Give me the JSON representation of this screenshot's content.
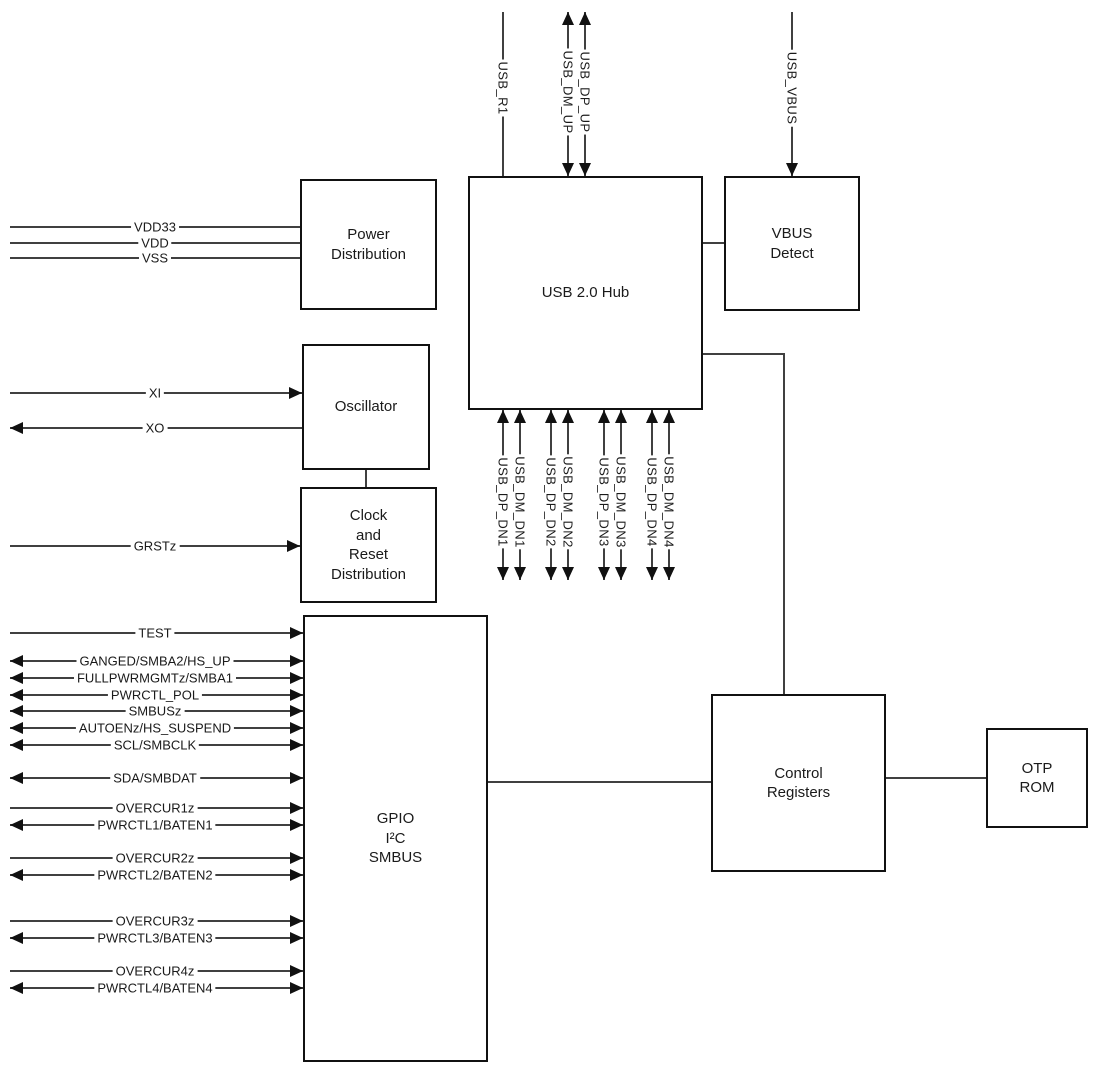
{
  "blocks": {
    "power_distribution": {
      "label": "Power\nDistribution"
    },
    "usb_hub": {
      "label": "USB 2.0 Hub"
    },
    "vbus_detect": {
      "label": "VBUS\nDetect"
    },
    "oscillator": {
      "label": "Oscillator"
    },
    "clock_reset": {
      "label": "Clock\nand\nReset\nDistribution"
    },
    "gpio_i2c_smbus": {
      "label": "GPIO\nI²C\nSMBUS"
    },
    "control_registers": {
      "label": "Control\nRegisters"
    },
    "otp_rom": {
      "label": "OTP\nROM"
    }
  },
  "signals": {
    "left": [
      {
        "label": "VDD33",
        "direction": "in"
      },
      {
        "label": "VDD",
        "direction": "in"
      },
      {
        "label": "VSS",
        "direction": "in"
      },
      {
        "label": "XI",
        "direction": "in"
      },
      {
        "label": "XO",
        "direction": "out"
      },
      {
        "label": "GRSTz",
        "direction": "in"
      },
      {
        "label": "TEST",
        "direction": "in"
      },
      {
        "label": "GANGED/SMBA2/HS_UP",
        "direction": "bidir"
      },
      {
        "label": "FULLPWRMGMTz/SMBA1",
        "direction": "bidir"
      },
      {
        "label": "PWRCTL_POL",
        "direction": "bidir"
      },
      {
        "label": "SMBUSz",
        "direction": "bidir"
      },
      {
        "label": "AUTOENz/HS_SUSPEND",
        "direction": "bidir"
      },
      {
        "label": "SCL/SMBCLK",
        "direction": "bidir"
      },
      {
        "label": "SDA/SMBDAT",
        "direction": "bidir"
      },
      {
        "label": "OVERCUR1z",
        "direction": "in"
      },
      {
        "label": "PWRCTL1/BATEN1",
        "direction": "bidir"
      },
      {
        "label": "OVERCUR2z",
        "direction": "in"
      },
      {
        "label": "PWRCTL2/BATEN2",
        "direction": "bidir"
      },
      {
        "label": "OVERCUR3z",
        "direction": "in"
      },
      {
        "label": "PWRCTL3/BATEN3",
        "direction": "bidir"
      },
      {
        "label": "OVERCUR4z",
        "direction": "in"
      },
      {
        "label": "PWRCTL4/BATEN4",
        "direction": "bidir"
      }
    ],
    "top": [
      {
        "label": "USB_R1",
        "direction": "none"
      },
      {
        "label": "USB_DM_UP",
        "direction": "bidir"
      },
      {
        "label": "USB_DP_UP",
        "direction": "bidir"
      },
      {
        "label": "USB_VBUS",
        "direction": "in"
      }
    ],
    "bottom": [
      {
        "label": "USB_DP_DN1",
        "direction": "bidir"
      },
      {
        "label": "USB_DM_DN1",
        "direction": "bidir"
      },
      {
        "label": "USB_DP_DN2",
        "direction": "bidir"
      },
      {
        "label": "USB_DM_DN2",
        "direction": "bidir"
      },
      {
        "label": "USB_DP_DN3",
        "direction": "bidir"
      },
      {
        "label": "USB_DM_DN3",
        "direction": "bidir"
      },
      {
        "label": "USB_DP_DN4",
        "direction": "bidir"
      },
      {
        "label": "USB_DM_DN4",
        "direction": "bidir"
      }
    ]
  },
  "colors": {
    "background": "#ffffff",
    "line": "#404040",
    "border": "#111111",
    "text": "#1a1a1a"
  }
}
